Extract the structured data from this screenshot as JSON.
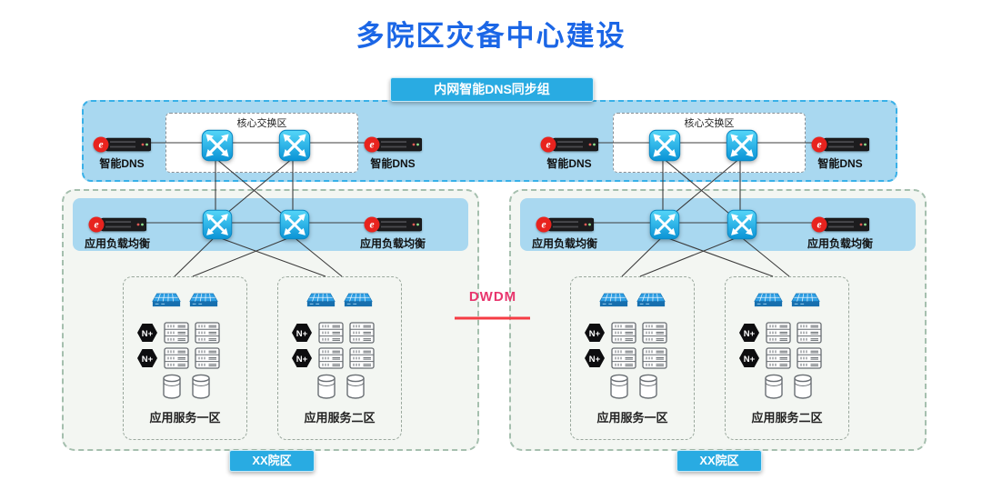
{
  "title": "多院区灾备中心建设",
  "dns_sync_group": {
    "label": "内网智能DNS同步组"
  },
  "top_band": {
    "left": {
      "dns_left": "智能DNS",
      "core_label": "核心交换区",
      "dns_right": "智能DNS"
    },
    "right": {
      "dns_left": "智能DNS",
      "core_label": "核心交换区",
      "dns_right": "智能DNS"
    }
  },
  "dwdm": {
    "label": "DWDM"
  },
  "labels": {
    "nplus": "N+"
  },
  "campuses": [
    {
      "name": "XX院区",
      "lb_left": "应用负载均衡",
      "lb_right": "应用负载均衡",
      "zones": [
        {
          "label": "应用服务一区"
        },
        {
          "label": "应用服务二区"
        }
      ]
    },
    {
      "name": "XX院区",
      "lb_left": "应用负载均衡",
      "lb_right": "应用负载均衡",
      "zones": [
        {
          "label": "应用服务一区"
        },
        {
          "label": "应用服务二区"
        }
      ]
    }
  ],
  "icons": {
    "dns_device": "server-device-icon",
    "core_switch": "switch-icon",
    "zone_switch": "flat-switch-icon",
    "nplus": "nplus-hexagon-icon",
    "server_rack": "server-rack-icon",
    "database": "database-icon"
  },
  "colors": {
    "title": "#1b66e6",
    "accent": "#29abe2",
    "band": "#a9d8f0",
    "band_border": "#38b0e8",
    "panel": "#f3f6f2",
    "panel_border": "#a5bfae",
    "zone_border": "#9aa89d",
    "line": "#3c3c3c",
    "dwdm_text": "#e8356d",
    "dwdm_line": "#f53c44"
  }
}
